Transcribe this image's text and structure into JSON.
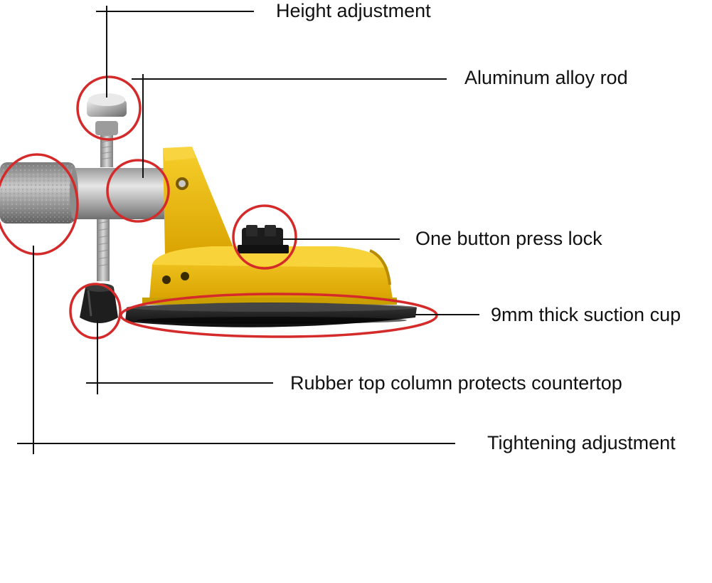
{
  "callouts": [
    {
      "id": "height-adjustment",
      "label": "Height adjustment"
    },
    {
      "id": "aluminum-alloy-rod",
      "label": "Aluminum alloy rod"
    },
    {
      "id": "one-button-press-lock",
      "label": "One button press lock"
    },
    {
      "id": "suction-cup",
      "label": "9mm thick suction cup"
    },
    {
      "id": "rubber-top-column",
      "label": "Rubber top column protects countertop"
    },
    {
      "id": "tightening-adjustment",
      "label": "Tightening adjustment"
    }
  ],
  "colors": {
    "body_yellow": "#f2c21a",
    "body_yellow_dark": "#d9a300",
    "highlight_circle": "#d42a2a",
    "rubber_black": "#1a1a1a",
    "metal": "#b8b8b8",
    "leader_line": "#111111"
  }
}
